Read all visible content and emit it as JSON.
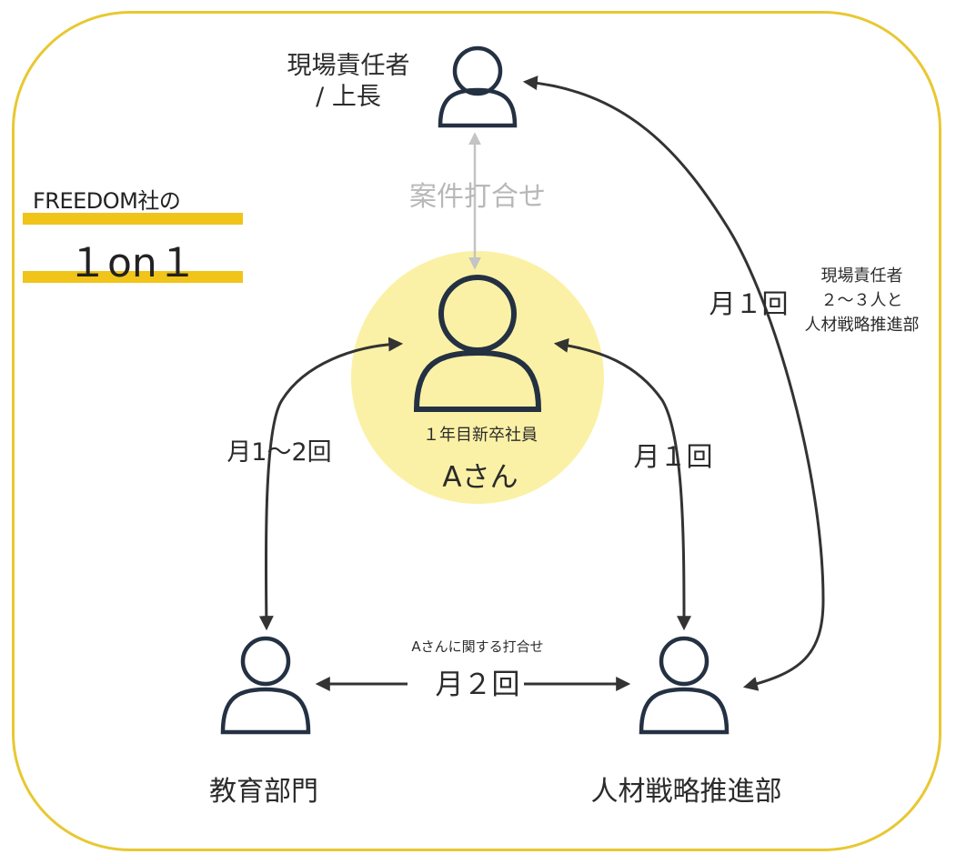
{
  "title": {
    "line1": "FREEDOM社の",
    "line2": "１on１"
  },
  "nodes": {
    "manager": {
      "label_lines": [
        "現場責任者",
        "/ 上長"
      ]
    },
    "employee": {
      "role": "１年目新卒社員",
      "name": "Aさん"
    },
    "education": {
      "label": "教育部門"
    },
    "hr": {
      "label": "人材戦略推進部"
    }
  },
  "edges": {
    "manager_to_employee": {
      "label": "案件打合せ"
    },
    "education_employee": {
      "label": "月1〜2回"
    },
    "hr_employee": {
      "label": "月１回"
    },
    "hr_manager": {
      "label": "月１回",
      "note_lines": [
        "現場責任者",
        "２〜３人と",
        "人材戦略推進部"
      ]
    },
    "education_hr": {
      "note": "Aさんに関する打合せ",
      "label": "月２回"
    }
  },
  "colors": {
    "frame": "#e8c832",
    "highlight": "#fbf1a6",
    "bar": "#f0c419",
    "person_stroke": "#243142",
    "arrow": "#333333",
    "muted_arrow": "#c4c4c4"
  },
  "icons": [
    "person-icon"
  ]
}
